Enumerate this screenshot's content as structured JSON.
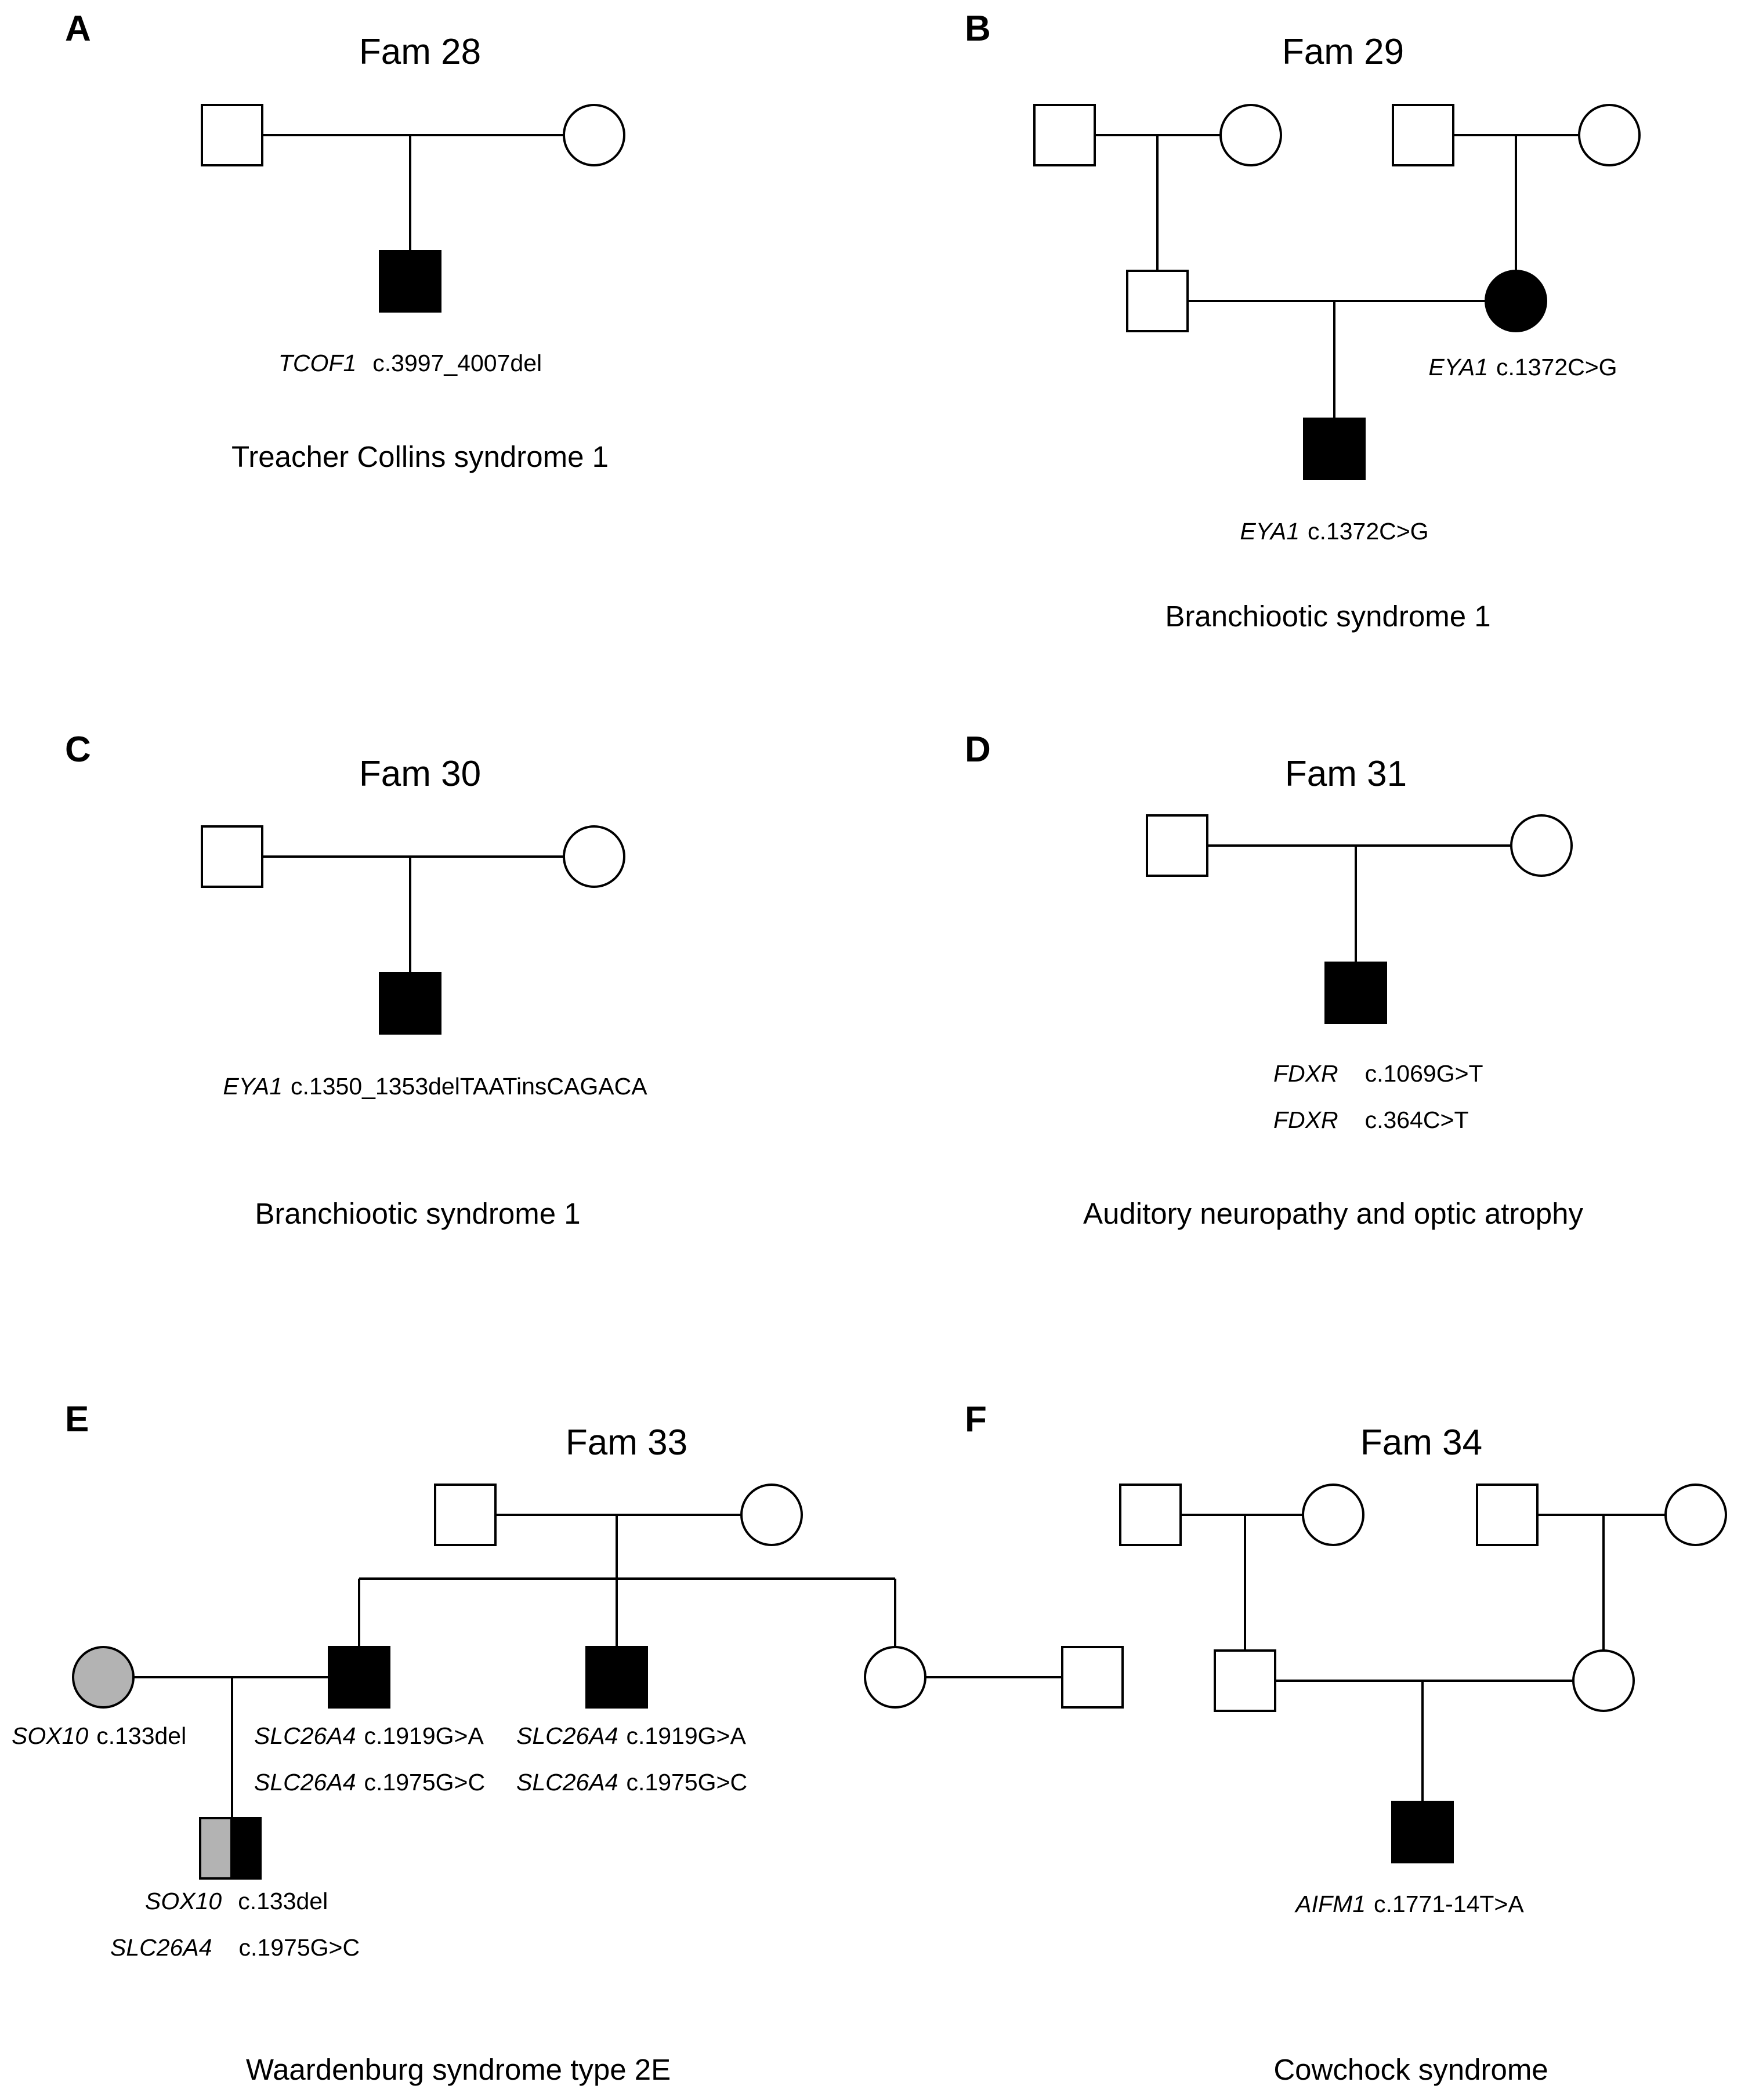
{
  "colors": {
    "affected": "#000000",
    "carrier_gray": "#b3b3b3",
    "unaffected": "#ffffff",
    "line": "#000000"
  },
  "panels": {
    "A": {
      "letter": "A",
      "family": "Fam 28",
      "syndrome": "Treacher Collins syndrome 1",
      "variants": {
        "proband": [
          {
            "gene": "TCOF1",
            "variant": "c.3997_4007del"
          }
        ]
      }
    },
    "B": {
      "letter": "B",
      "family": "Fam 29",
      "syndrome": "Branchiootic syndrome 1",
      "variants": {
        "mother": [
          {
            "gene": "EYA1",
            "variant": "c.1372C>G"
          }
        ],
        "proband": [
          {
            "gene": "EYA1",
            "variant": "c.1372C>G"
          }
        ]
      }
    },
    "C": {
      "letter": "C",
      "family": "Fam 30",
      "syndrome": "Branchiootic syndrome 1",
      "variants": {
        "proband": [
          {
            "gene": "EYA1",
            "variant": "c.1350_1353delTAATinsCAGACA"
          }
        ]
      }
    },
    "D": {
      "letter": "D",
      "family": "Fam 31",
      "syndrome": "Auditory neuropathy and optic atrophy",
      "variants": {
        "proband": [
          {
            "gene": "FDXR",
            "variant": "c.1069G>T"
          },
          {
            "gene": "FDXR",
            "variant": "c.364C>T"
          }
        ]
      }
    },
    "E": {
      "letter": "E",
      "family": "Fam 33",
      "syndrome": "Waardenburg syndrome type 2E",
      "variants": {
        "spouse": [
          {
            "gene": "SOX10",
            "variant": "c.133del"
          }
        ],
        "son1": [
          {
            "gene": "SLC26A4",
            "variant": "c.1919G>A"
          },
          {
            "gene": "SLC26A4",
            "variant": "c.1975G>C"
          }
        ],
        "son2": [
          {
            "gene": "SLC26A4",
            "variant": "c.1919G>A"
          },
          {
            "gene": "SLC26A4",
            "variant": "c.1975G>C"
          }
        ],
        "grandchild": [
          {
            "gene": "SOX10",
            "variant": "c.133del"
          },
          {
            "gene": "SLC26A4",
            "variant": "c.1975G>C"
          }
        ]
      }
    },
    "F": {
      "letter": "F",
      "family": "Fam 34",
      "syndrome": "Cowchock syndrome",
      "variants": {
        "proband": [
          {
            "gene": "AIFM1",
            "variant": "c.1771-14T>A"
          }
        ]
      }
    }
  }
}
